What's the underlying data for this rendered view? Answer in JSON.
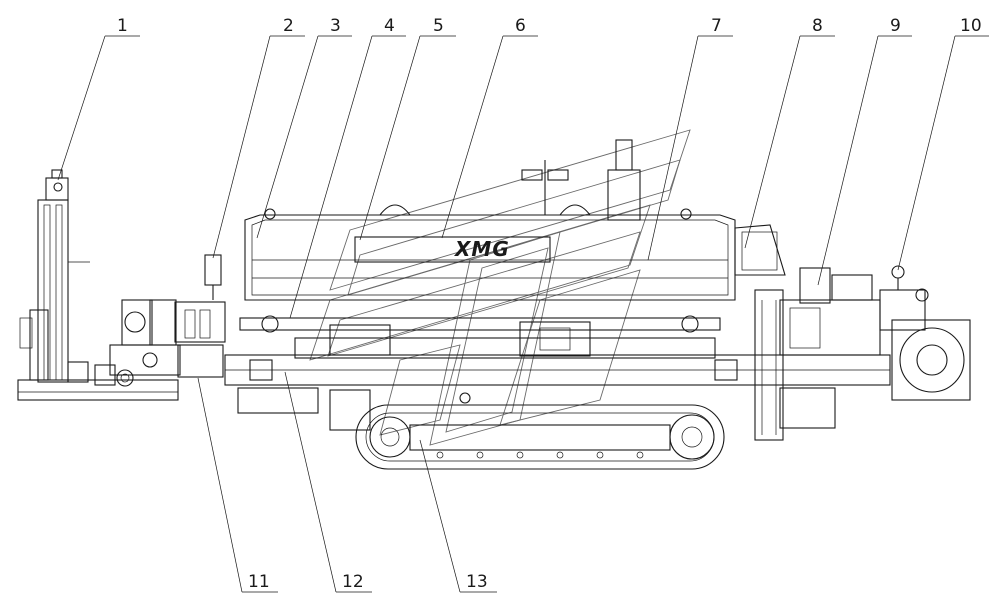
{
  "logo": {
    "text": "XMG"
  },
  "callouts": {
    "top": [
      "1",
      "2",
      "3",
      "4",
      "5",
      "6",
      "7",
      "8",
      "9",
      "10"
    ],
    "bottom": [
      "11",
      "12",
      "13"
    ]
  }
}
